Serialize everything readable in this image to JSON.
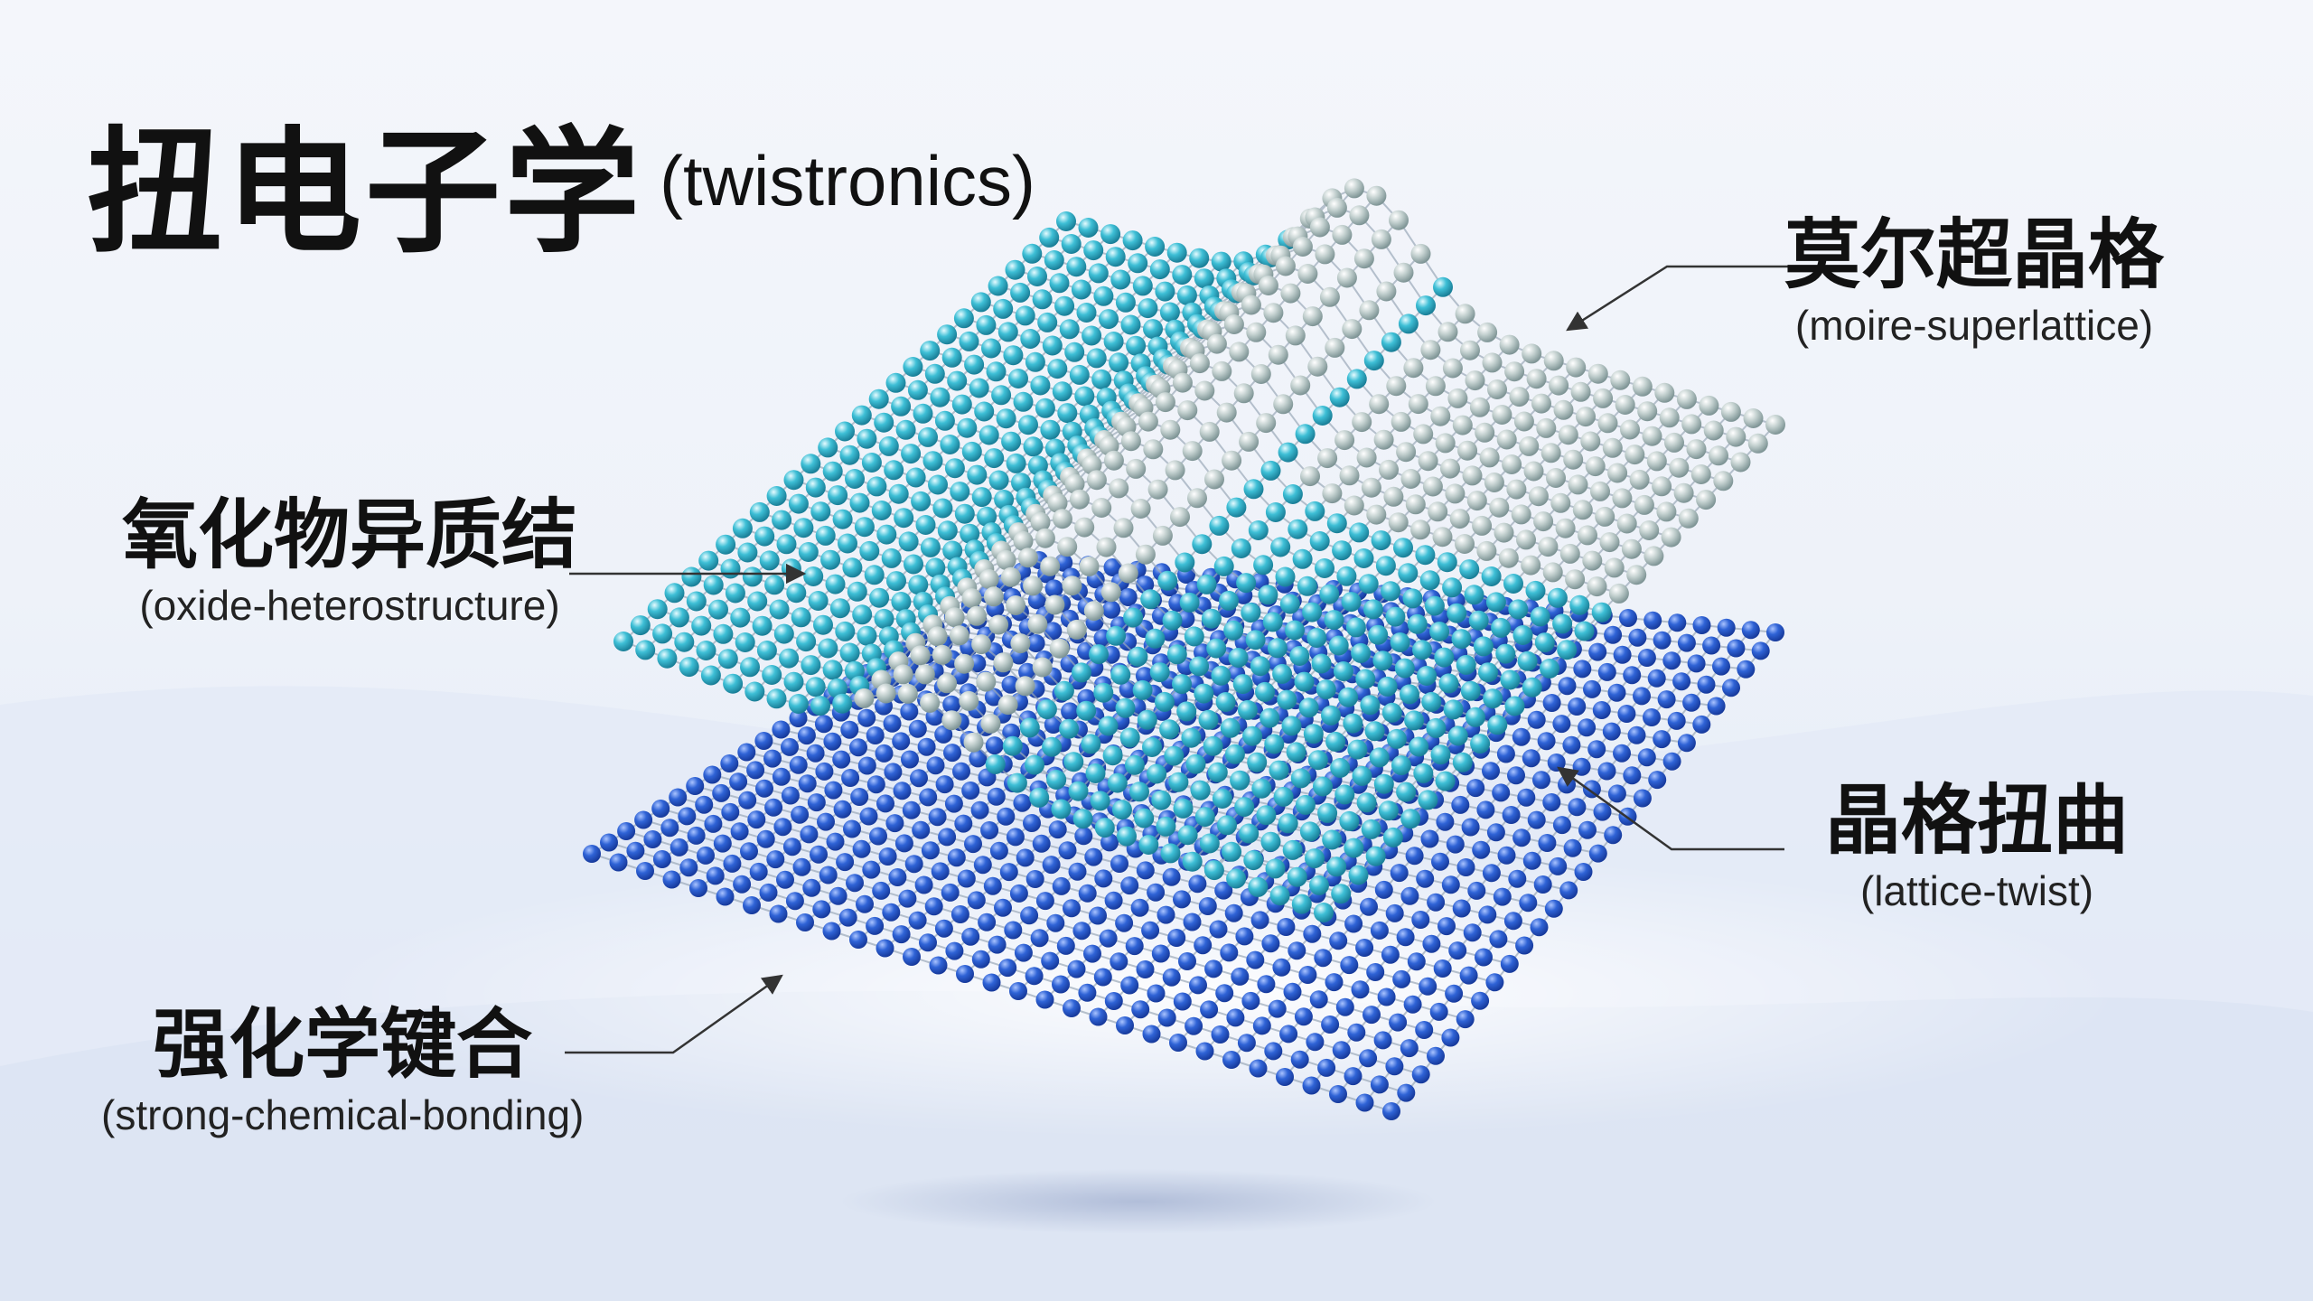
{
  "title": {
    "zh": "扭电子学",
    "en": "(twistronics)"
  },
  "labels": {
    "moire": {
      "zh": "莫尔超晶格",
      "en": "(moire-superlattice)"
    },
    "oxide": {
      "zh": "氧化物异质结",
      "en": "(oxide-heterostructure)"
    },
    "twist": {
      "zh": "晶格扭曲",
      "en": "(lattice-twist)"
    },
    "bonding": {
      "zh": "强化学键合",
      "en": "(strong-chemical-bonding)"
    }
  },
  "colors": {
    "top_layer": "#39b8d0",
    "top_layer_light": "#c9d6d2",
    "bottom_layer": "#2b5fd0",
    "bottom_layer_dark": "#1e3fa8",
    "bond": "#9aa8b8",
    "leader_line": "#333333"
  },
  "icons": {
    "lattice": "atom-lattice-illustration",
    "arrow": "arrowhead-icon"
  }
}
